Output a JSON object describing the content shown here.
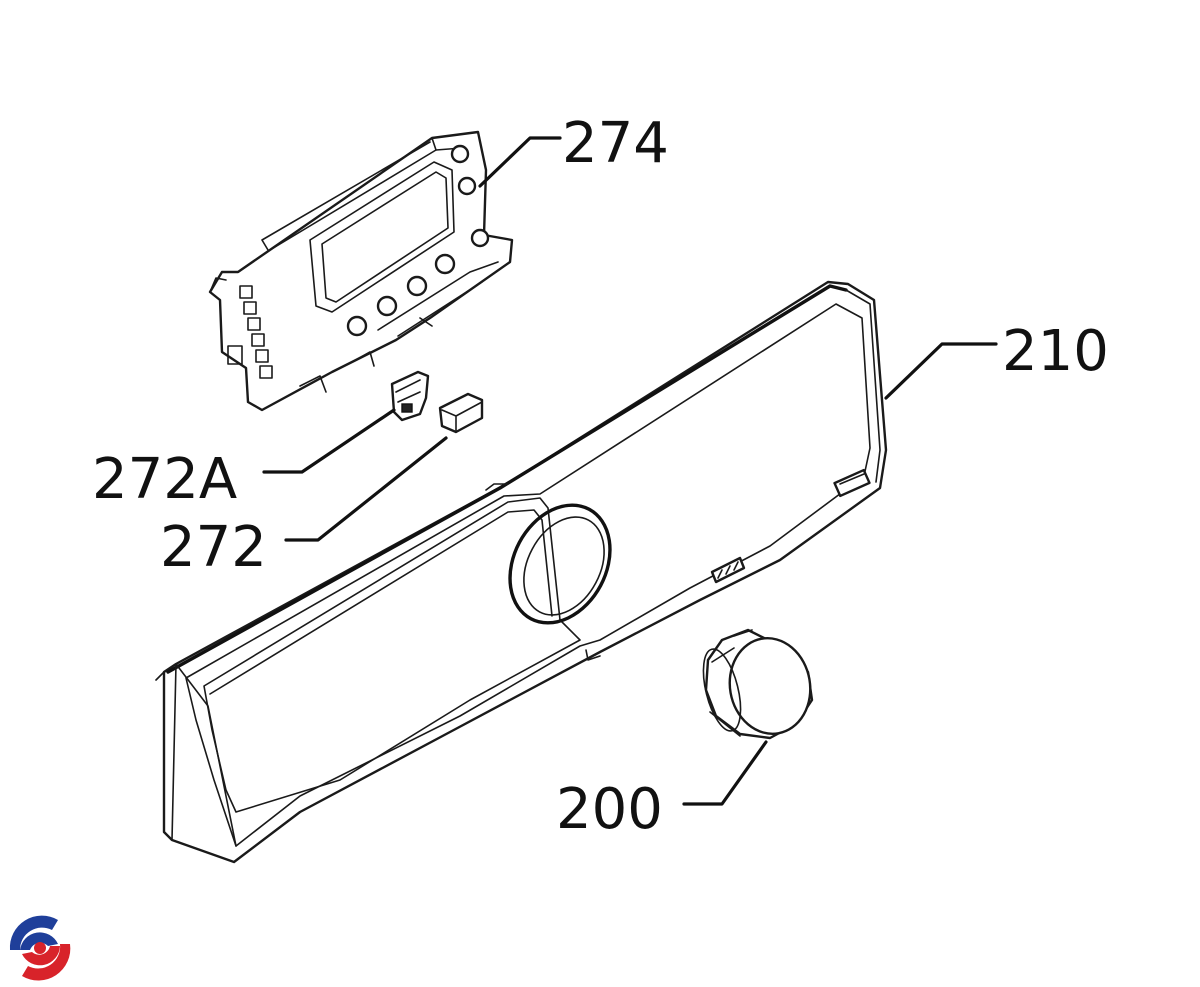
{
  "diagram": {
    "labels": {
      "module": "274",
      "panel": "210",
      "clip": "272A",
      "button": "272",
      "knob": "200"
    }
  },
  "brand": {
    "icon": "brand-logo-icon",
    "colors": [
      "#1f3f9a",
      "#d8232a"
    ]
  }
}
